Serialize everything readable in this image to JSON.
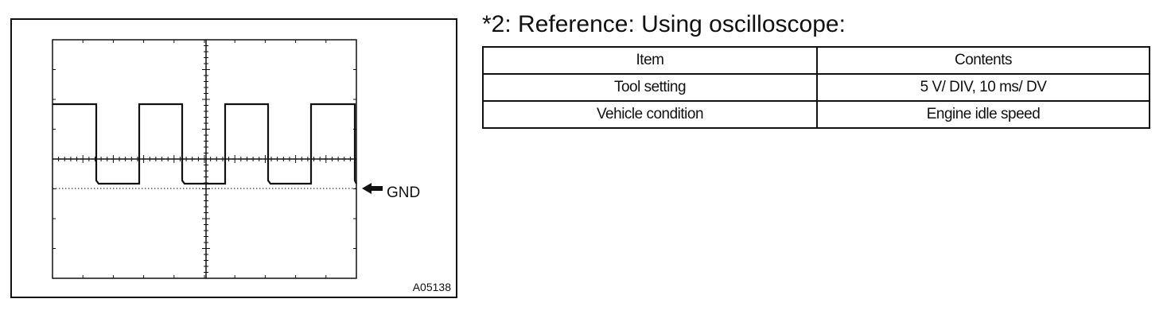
{
  "figure": {
    "ground_label": "GND",
    "figure_id": "A05138"
  },
  "heading": "*2: Reference: Using oscilloscope:",
  "table": {
    "headers": [
      "Item",
      "Contents"
    ],
    "rows": [
      [
        "Tool setting",
        "5 V/ DIV, 10 ms/ DV"
      ],
      [
        "Vehicle condition",
        "Engine idle speed"
      ]
    ]
  }
}
